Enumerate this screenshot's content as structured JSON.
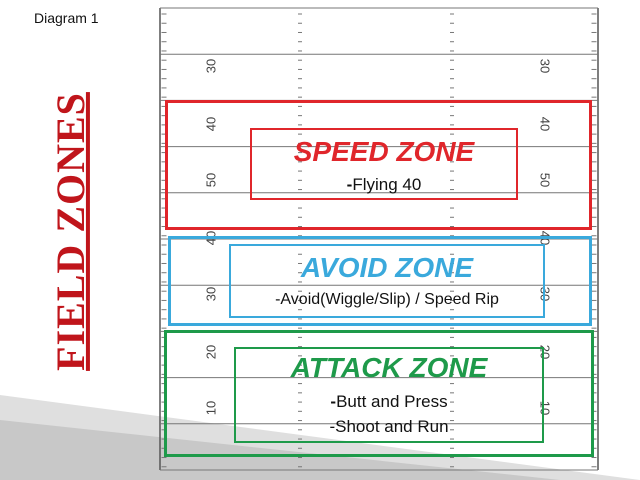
{
  "caption": "Diagram 1",
  "side_title": "FIELD ZONES",
  "colors": {
    "speed": "#e0262b",
    "avoid": "#3aa9dc",
    "attack": "#1e9a4a",
    "title": "#c0151b"
  },
  "yard_markers": [
    "30",
    "40",
    "50",
    "40",
    "30",
    "20",
    "10"
  ],
  "zones": {
    "speed": {
      "title": "SPEED ZONE",
      "dash": "-",
      "text": "Flying 40"
    },
    "avoid": {
      "title": "AVOID ZONE",
      "text": "-Avoid(Wiggle/Slip) / Speed Rip"
    },
    "attack": {
      "title": "ATTACK ZONE",
      "line1_dash": "-",
      "line1_text": "Butt and Press",
      "line2": "-Shoot and Run"
    }
  }
}
